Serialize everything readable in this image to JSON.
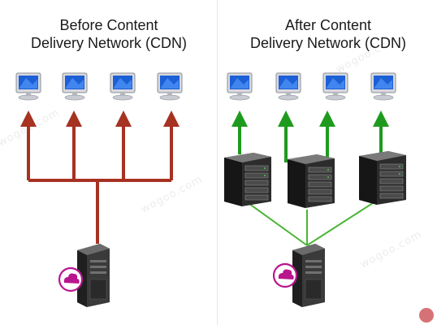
{
  "before": {
    "title_line1": "Before Content",
    "title_line2": "Delivery Network (CDN)"
  },
  "after": {
    "title_line1": "After Content",
    "title_line2": "Delivery Network (CDN)"
  },
  "watermark": "wogoo.com",
  "colors": {
    "before_arrows": "#a63222",
    "after_arrows": "#1e9b1e",
    "after_links": "#49b533",
    "cloud_badge": "#b9158f",
    "monitor_screen": "#1d5fd6",
    "server_body": "#2c2c2c"
  },
  "icons": {
    "client": "desktop-computer-icon",
    "edge_server": "rack-server-icon",
    "origin_server": "tower-server-icon",
    "cloud": "cloud-icon"
  }
}
